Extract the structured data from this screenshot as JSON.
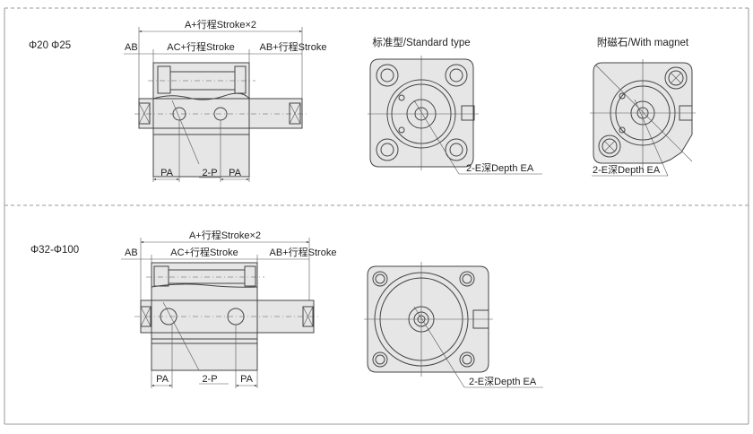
{
  "sections": [
    {
      "size_label": "Φ20  Φ25",
      "side_view": {
        "dim_total": "A+行程Stroke×2",
        "dim_ab": "AB",
        "dim_ac": "AC+行程Stroke",
        "dim_ab_stroke": "AB+行程Stroke",
        "dim_pa_left": "PA",
        "dim_port": "2-P",
        "dim_pa_right": "PA"
      },
      "front_views": [
        {
          "title": "标准型/Standard type",
          "callout": "2-E深Depth EA"
        },
        {
          "title": "附磁石/With magnet",
          "callout": "2-E深Depth EA"
        }
      ]
    },
    {
      "size_label": "Φ32-Φ100",
      "side_view": {
        "dim_total": "A+行程Stroke×2",
        "dim_ab": "AB",
        "dim_ac": "AC+行程Stroke",
        "dim_ab_stroke": "AB+行程Stroke",
        "dim_pa_left": "PA",
        "dim_port": "2-P",
        "dim_pa_right": "PA"
      },
      "front_views": [
        {
          "title": "",
          "callout": "2-E深Depth EA"
        }
      ]
    }
  ]
}
